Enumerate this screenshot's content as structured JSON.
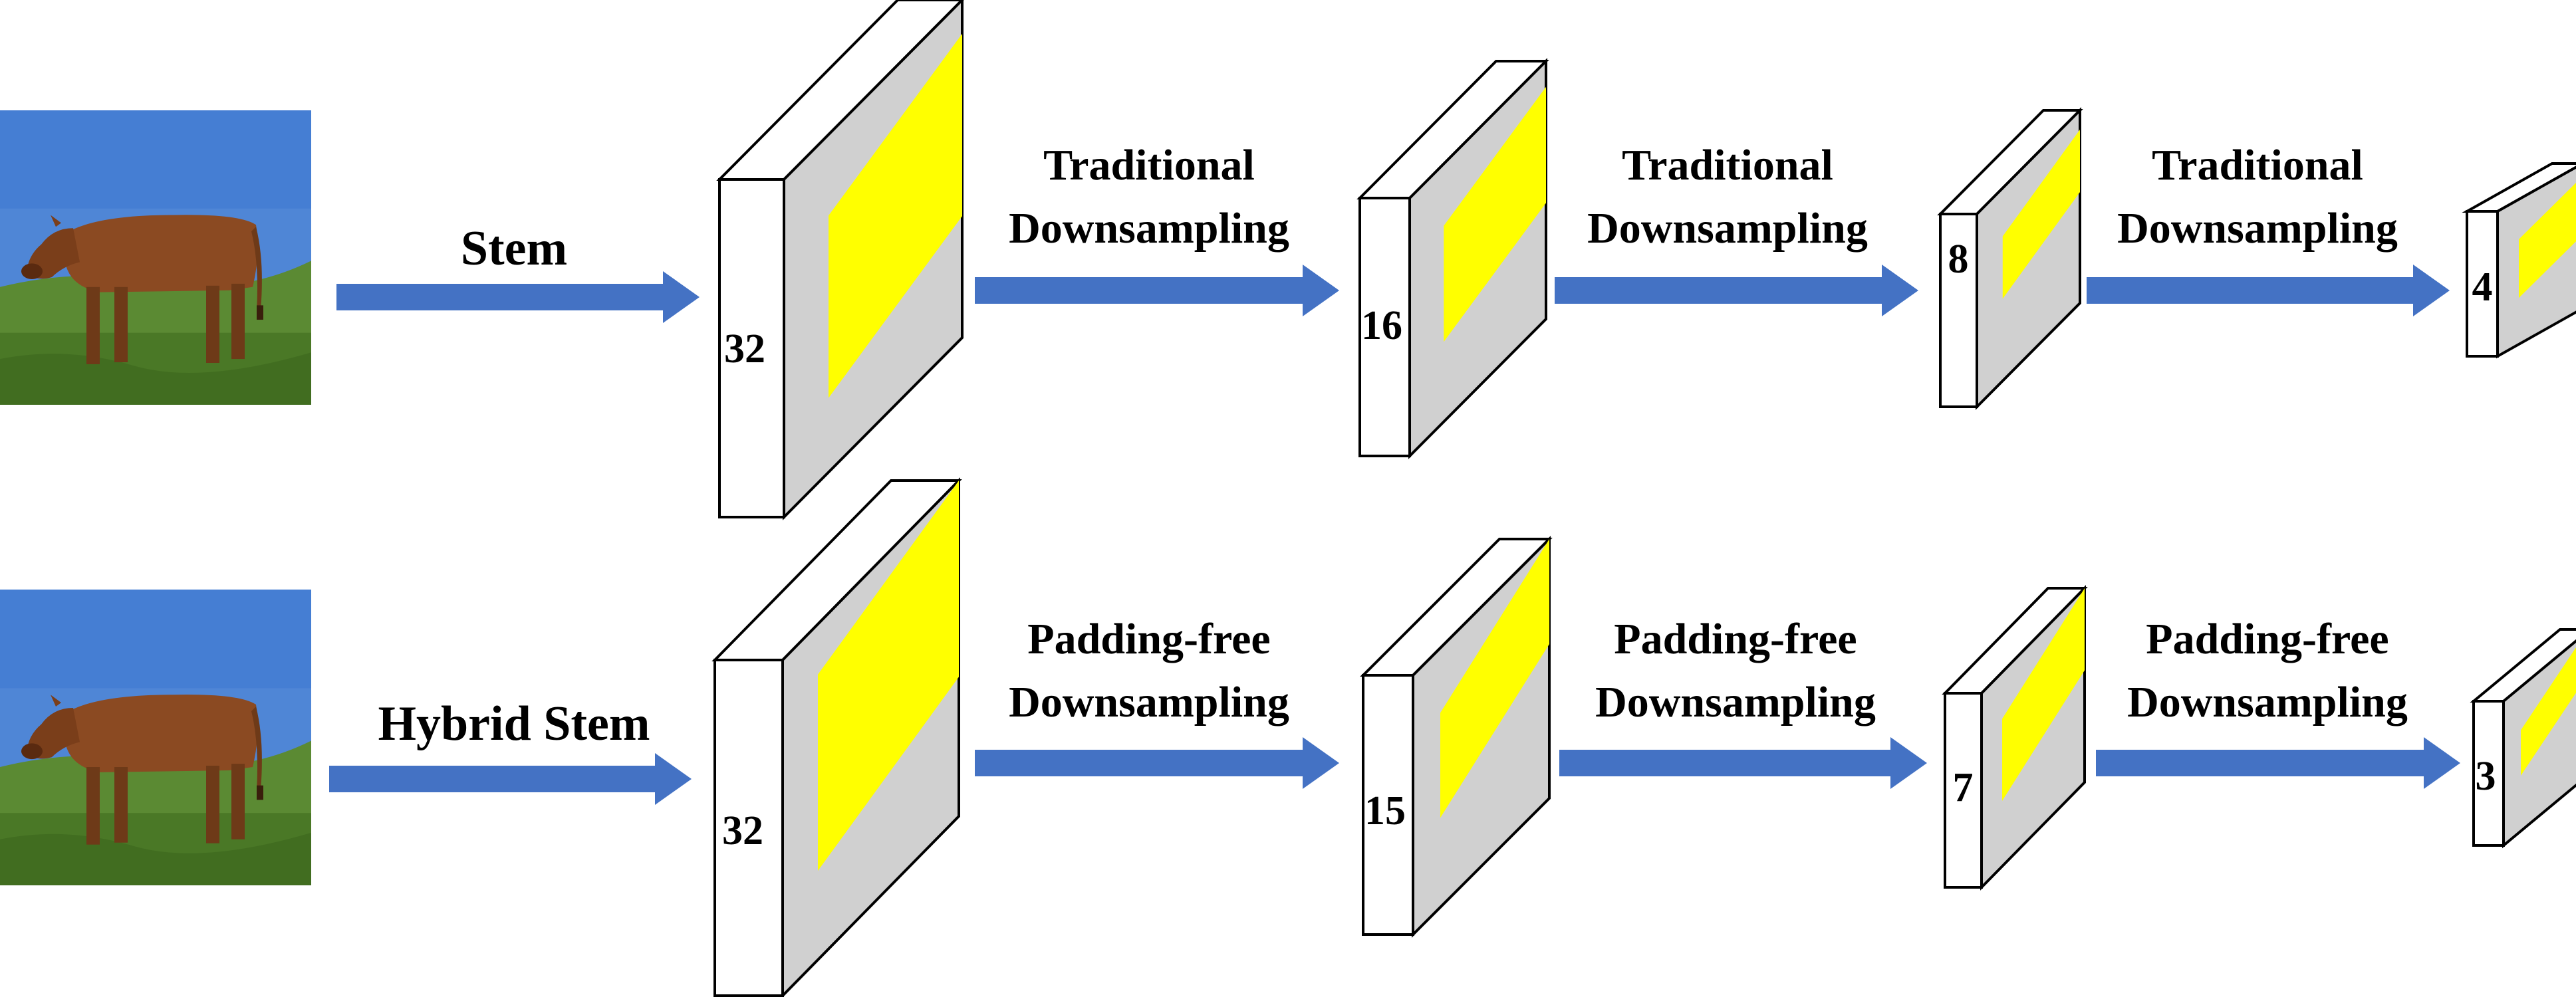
{
  "colors": {
    "arrow": "#4472C4",
    "feature_front": "#FFFFFF",
    "feature_side": "#D0D0D0",
    "feature_top": "#FFFFFF",
    "feature_edge": "#000000",
    "receptive_field": "#FFFF00",
    "sky": "#4F86D6",
    "grass": "#4E7A2A",
    "cow": "#8B4A22"
  },
  "rows": [
    {
      "input_image": "cow-photo",
      "stem_label": "Stem",
      "stages": [
        {
          "size": "32"
        },
        {
          "label_line1": "Traditional",
          "label_line2": "Downsampling",
          "size": "16"
        },
        {
          "label_line1": "Traditional",
          "label_line2": "Downsampling",
          "size": "8"
        },
        {
          "label_line1": "Traditional",
          "label_line2": "Downsampling",
          "size": "4"
        }
      ]
    },
    {
      "input_image": "cow-photo",
      "stem_label": "Hybrid Stem",
      "stages": [
        {
          "size": "32"
        },
        {
          "label_line1": "Padding-free",
          "label_line2": "Downsampling",
          "size": "15"
        },
        {
          "label_line1": "Padding-free",
          "label_line2": "Downsampling",
          "size": "7"
        },
        {
          "label_line1": "Padding-free",
          "label_line2": "Downsampling",
          "size": "3"
        }
      ]
    }
  ]
}
